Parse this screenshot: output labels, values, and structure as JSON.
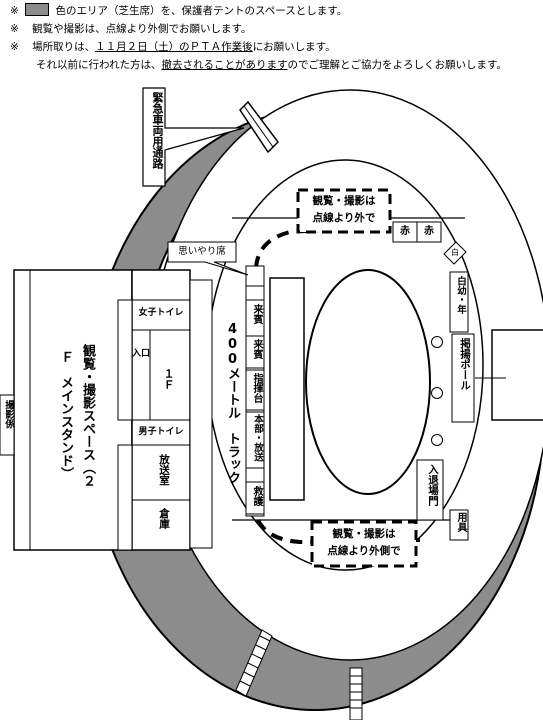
{
  "notes": {
    "mark": "※",
    "line1_after_swatch": "色のエリア（芝生席）を、保護者テントのスペースとします。",
    "line2": "観覧や撮影は、点線より外側でお願いします。",
    "line3_pre": "場所取りは、",
    "line3_underline": "１１月２日（土）のＰＴＡ作業後",
    "line3_post": "にお願いします。",
    "line4_pre": "それ以前に行われた方は、",
    "line4_underline": "撤去されることがあります",
    "line4_post": "のでご理解とご協力をよろしくお願いします。",
    "swatch_color": "#8c8c8c"
  },
  "labels": {
    "emergency": "緊急車両用通路",
    "omoiyari": "思いやり席",
    "viewing_top": [
      "観覧・撮影は",
      "点線より外で"
    ],
    "viewing_bottom": [
      "観覧・撮影は",
      "点線より外側で"
    ],
    "red1": "赤",
    "red2": "赤",
    "white": "白",
    "white_infant": "白幼・年",
    "guest1": "来賓",
    "guest2": "来賓",
    "command": "指揮台",
    "hq": "本部・放送",
    "rescue": "救護",
    "track": "400メートル　トラック",
    "flagpole": "掲揚ポール",
    "entrance_gate": "入退場門",
    "equipment": "用具",
    "stand_main": "観覧・撮影スペース（２Ｆ　メインスタンド）",
    "photo_staff": "撮影係",
    "girls_toilet": "女子トイレ",
    "entrance": "入口",
    "floor1": "１Ｆ",
    "boys_toilet": "男子トイレ",
    "broadcast_room": "放送室",
    "storage": "倉庫"
  }
}
